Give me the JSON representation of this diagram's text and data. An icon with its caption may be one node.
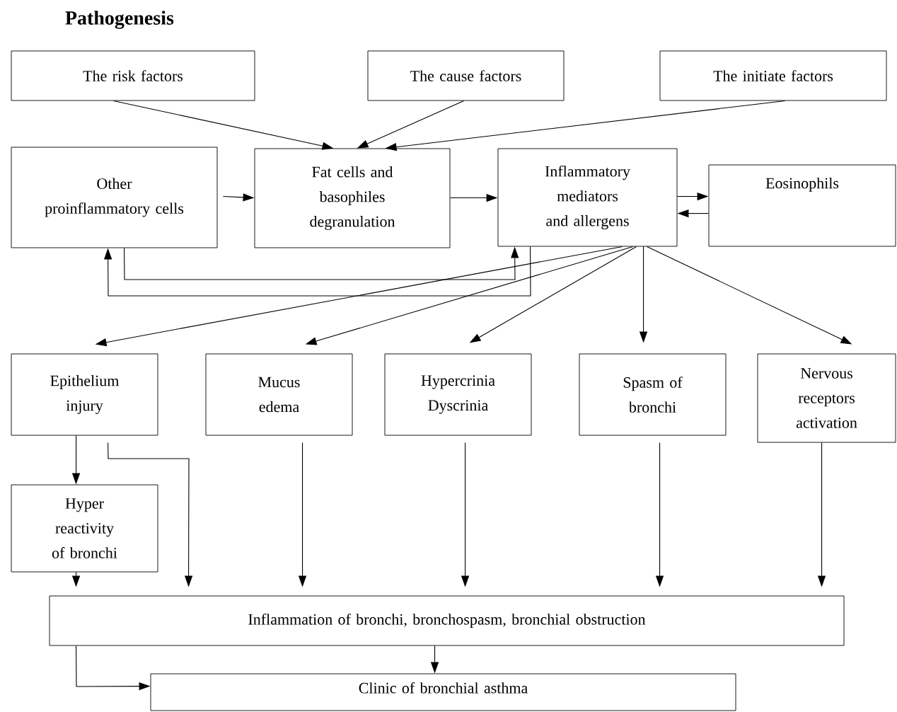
{
  "diagram": {
    "title": "Pathogenesis",
    "nodes": [
      {
        "text": [
          "The risk factors"
        ]
      },
      {
        "text": [
          "The cause factors"
        ]
      },
      {
        "text": [
          "The initiate factors"
        ]
      },
      {
        "text": [
          "Other proinflammatory cells"
        ]
      },
      {
        "text": [
          "Fat cells and basophiles degranulation"
        ]
      },
      {
        "text": [
          "Inflammatory mediators and allergens"
        ]
      },
      {
        "text": [
          "Eosinophils"
        ]
      },
      {
        "text": [
          "Epithelium injury"
        ]
      },
      {
        "text": [
          "Mucus edema"
        ]
      },
      {
        "text": [
          "Hypercrinia Dyscrinia"
        ]
      },
      {
        "text": [
          "Spasm of bronchi"
        ]
      },
      {
        "text": [
          "Nervous receptors activation"
        ]
      },
      {
        "text": [
          "Hyper reactivity of bronchi"
        ]
      },
      {
        "text": [
          "Inflammation of bronchi, bronchospasm, bronchial obstruction"
        ]
      },
      {
        "text": [
          "Clinic of bronchial asthma"
        ]
      }
    ],
    "edges": [
      {
        "from": 0,
        "to": 4,
        "arrow": "to"
      },
      {
        "from": 1,
        "to": 4,
        "arrow": "to"
      },
      {
        "from": 2,
        "to": 4,
        "arrow": "to"
      },
      {
        "from": 3,
        "to": 4,
        "arrow": "to"
      },
      {
        "from": 4,
        "to": 5,
        "arrow": "to"
      },
      {
        "from": 5,
        "to": 6,
        "arrow": "to"
      },
      {
        "from": 6,
        "to": 5,
        "arrow": "to"
      },
      {
        "from": 3,
        "to": 5,
        "arrow": "to"
      },
      {
        "from": 5,
        "to": 3,
        "arrow": "to"
      },
      {
        "from": 5,
        "to": 7,
        "arrow": "to"
      },
      {
        "from": 5,
        "to": 8,
        "arrow": "to"
      },
      {
        "from": 5,
        "to": 9,
        "arrow": "to"
      },
      {
        "from": 5,
        "to": 10,
        "arrow": "to"
      },
      {
        "from": 5,
        "to": 11,
        "arrow": "to"
      },
      {
        "from": 7,
        "to": 12,
        "arrow": "to"
      },
      {
        "from": 7,
        "to": 13,
        "arrow": "to"
      },
      {
        "from": 12,
        "to": 13,
        "arrow": "to"
      },
      {
        "from": 8,
        "to": 13,
        "arrow": "to"
      },
      {
        "from": 9,
        "to": 13,
        "arrow": "to"
      },
      {
        "from": 10,
        "to": 13,
        "arrow": "to"
      },
      {
        "from": 11,
        "to": 13,
        "arrow": "to"
      },
      {
        "from": 13,
        "to": 14,
        "arrow": "to"
      },
      {
        "from": 13,
        "to": 14,
        "arrow": "to"
      }
    ]
  }
}
